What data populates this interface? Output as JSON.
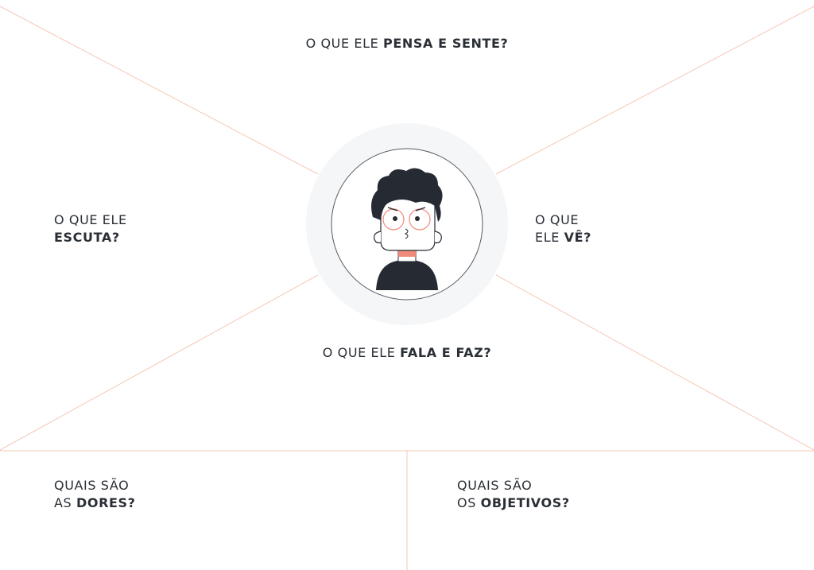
{
  "colors": {
    "divider": "#f3c9b8",
    "text": "#2a2f36",
    "halo": "#f5f6f8",
    "hair": "#252a33",
    "accent": "#f08a7a"
  },
  "sections": {
    "thinks_feels": {
      "normal": "O QUE ELE",
      "bold": "PENSA E SENTE?"
    },
    "hears": {
      "line1": "O QUE ELE",
      "line2_bold": "ESCUTA?"
    },
    "sees": {
      "line1": "O QUE",
      "line2_normal": "ELE",
      "line2_bold": "VÊ?"
    },
    "says_does": {
      "normal": "O QUE ELE",
      "bold": "FALA E FAZ?"
    },
    "pains": {
      "line1": "QUAIS SÃO",
      "line2_normal": "AS",
      "line2_bold": "DORES?"
    },
    "goals": {
      "line1": "QUAIS SÃO",
      "line2_normal": "OS",
      "line2_bold": "OBJETIVOS?"
    }
  },
  "center": {
    "icon": "person-avatar-icon"
  }
}
